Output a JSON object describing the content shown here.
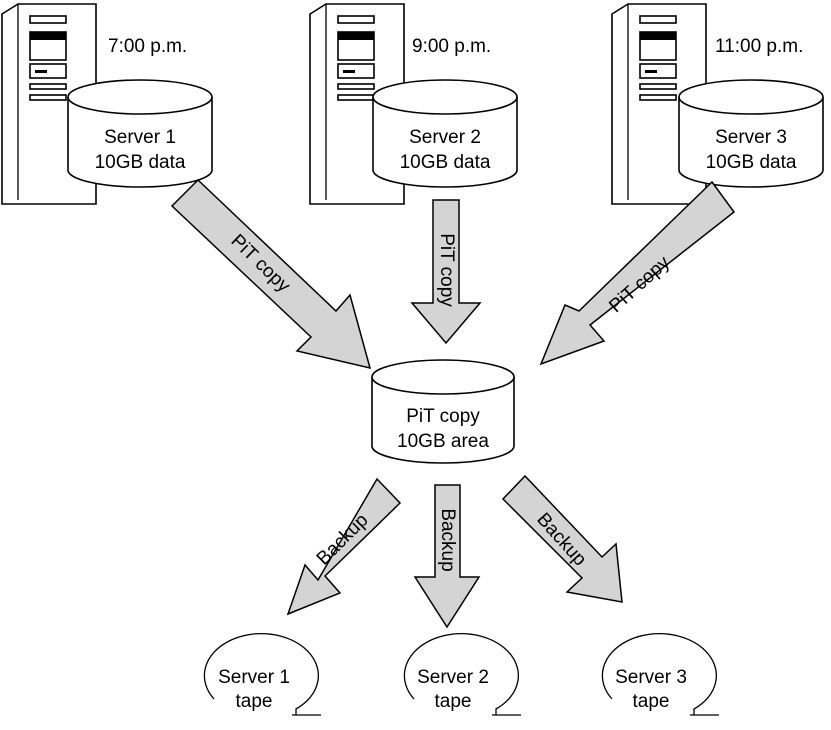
{
  "colors": {
    "arrow_fill": "#d4d4d4",
    "outline": "#000000",
    "background": "#ffffff"
  },
  "servers": [
    {
      "time": "7:00 p.m.",
      "name": "Server 1",
      "data": "10GB data"
    },
    {
      "time": "9:00 p.m.",
      "name": "Server 2",
      "data": "10GB data"
    },
    {
      "time": "11:00 p.m.",
      "name": "Server 3",
      "data": "10GB data"
    }
  ],
  "pit_arrows": [
    "PiT copy",
    "PiT copy",
    "PiT copy"
  ],
  "pit_area": {
    "line1": "PiT copy",
    "line2": "10GB area"
  },
  "backup_arrows": [
    "Backup",
    "Backup",
    "Backup"
  ],
  "tapes": [
    {
      "name": "Server 1",
      "media": "tape"
    },
    {
      "name": "Server 2",
      "media": "tape"
    },
    {
      "name": "Server 3",
      "media": "tape"
    }
  ],
  "icons": [
    "server-tower-icon",
    "disk-cylinder-icon",
    "tape-reel-icon",
    "arrow-icon"
  ]
}
